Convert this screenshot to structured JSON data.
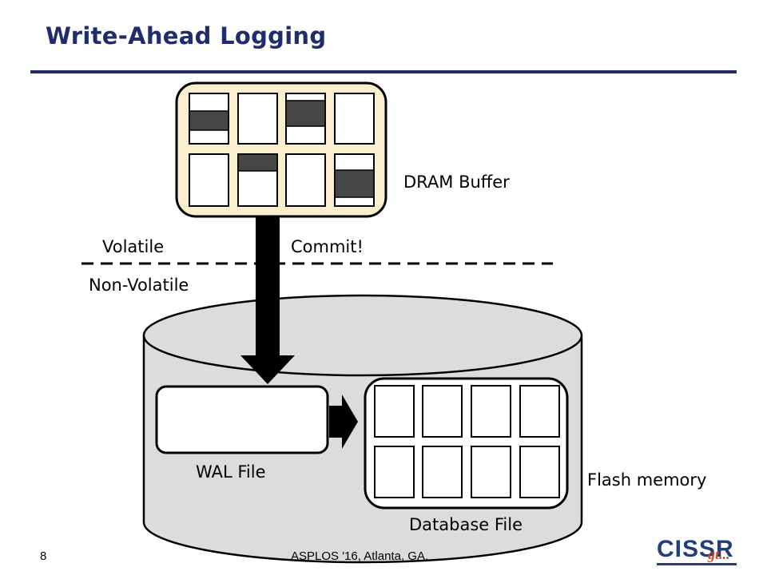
{
  "slide": {
    "title": "Write-Ahead Logging",
    "page_number": "8",
    "footer": "ASPLOS '16, Atlanta, GA.",
    "logo_text": "CISSR",
    "logo_mark": "gt..."
  },
  "diagram": {
    "dram_label": "DRAM Buffer",
    "volatile_label": "Volatile",
    "non_volatile_label": "Non-Volatile",
    "commit_label": "Commit!",
    "wal_label": "WAL File",
    "db_label": "Database File",
    "flash_label": "Flash memory"
  },
  "colors": {
    "title": "#1f2d6e",
    "dram_fill": "#fcefcf",
    "flash_fill": "#dcdcdc",
    "dirty_block": "#474747"
  }
}
